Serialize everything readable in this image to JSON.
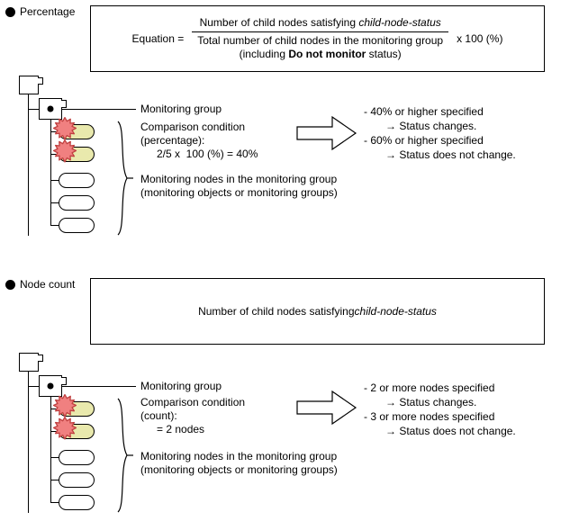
{
  "sections": [
    {
      "id": "percentage",
      "heading": "Percentage",
      "formula": {
        "label": "Equation =",
        "numerator_plain": "Number of child nodes satisfying ",
        "numerator_italic": "child-node-status",
        "denominator_line1": "Total number of child nodes in the monitoring group",
        "denominator_line2_pre": "(including ",
        "denominator_line2_bold": "Do not monitor",
        "denominator_line2_post": " status)",
        "tail": "x 100 (%)"
      },
      "callouts": {
        "group_label": "Monitoring group",
        "condition_line1": "Comparison condition",
        "condition_line2": "(percentage):",
        "condition_line3": "2/5 x  100 (%) = 40%",
        "nodes_line1": "Monitoring nodes in the monitoring group",
        "nodes_line2": "(monitoring objects or monitoring groups)"
      },
      "results": [
        "- 40% or higher specified",
        "→ Status changes.",
        "- 60% or higher specified",
        "→ Status does not change."
      ],
      "tree": {
        "root_icon": "page-icon",
        "group_icon": "monitoring-group-icon",
        "leaves": [
          {
            "state": "alerting"
          },
          {
            "state": "alerting"
          },
          {
            "state": "normal"
          },
          {
            "state": "normal"
          },
          {
            "state": "normal"
          }
        ]
      }
    },
    {
      "id": "node-count",
      "heading": "Node count",
      "formula": {
        "text_plain": "Number of child nodes satisfying ",
        "text_italic": "child-node-status"
      },
      "callouts": {
        "group_label": "Monitoring group",
        "condition_line1": "Comparison condition",
        "condition_line2": "(count):",
        "condition_line3": "= 2 nodes",
        "nodes_line1": "Monitoring nodes in the monitoring group",
        "nodes_line2": "(monitoring objects or monitoring groups)"
      },
      "results": [
        "- 2 or more nodes specified",
        "→ Status changes.",
        "- 3 or more nodes specified",
        "→ Status does not change."
      ],
      "tree": {
        "root_icon": "page-icon",
        "group_icon": "monitoring-group-icon",
        "leaves": [
          {
            "state": "alerting"
          },
          {
            "state": "alerting"
          },
          {
            "state": "normal"
          },
          {
            "state": "normal"
          },
          {
            "state": "normal"
          }
        ]
      }
    }
  ],
  "colors": {
    "alert_star_fill": "#f08080",
    "alert_star_stroke": "#c04040",
    "alert_node_fill": "#e9e9ad",
    "node_stroke": "#000000",
    "background": "#ffffff"
  }
}
